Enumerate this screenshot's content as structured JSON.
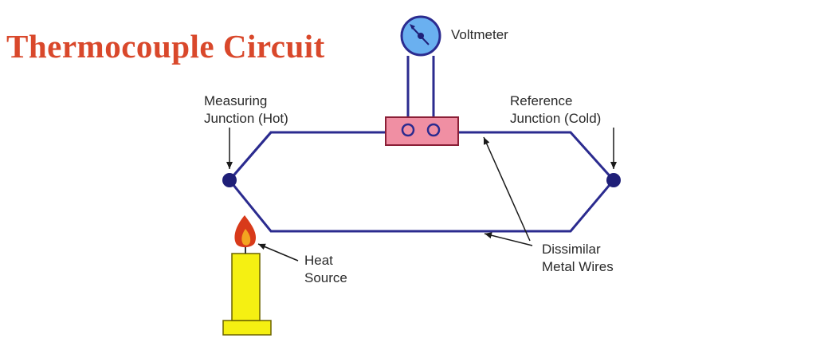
{
  "title": "Thermocouple Circuit",
  "colors": {
    "title": "#d9482b",
    "wire": "#2b2b8f",
    "junction": "#1f1f78",
    "terminal_block": "#f08fa3",
    "terminal_block_border": "#8a1f36",
    "flame": "#d83a1a",
    "flame_inner": "#f3a520",
    "candle": "#f5f012",
    "candle_outline": "#6b6300",
    "voltmeter_fill": "#6ab0f0",
    "arrow": "#1a1a1a"
  },
  "labels": {
    "voltmeter": "Voltmeter",
    "measuring_junction": [
      "Measuring",
      "Junction (Hot)"
    ],
    "reference_junction": [
      "Reference",
      "Junction (Cold)"
    ],
    "heat_source": [
      "Heat",
      "Source"
    ],
    "dissimilar_wires": [
      "Dissimilar",
      "Metal Wires"
    ]
  }
}
